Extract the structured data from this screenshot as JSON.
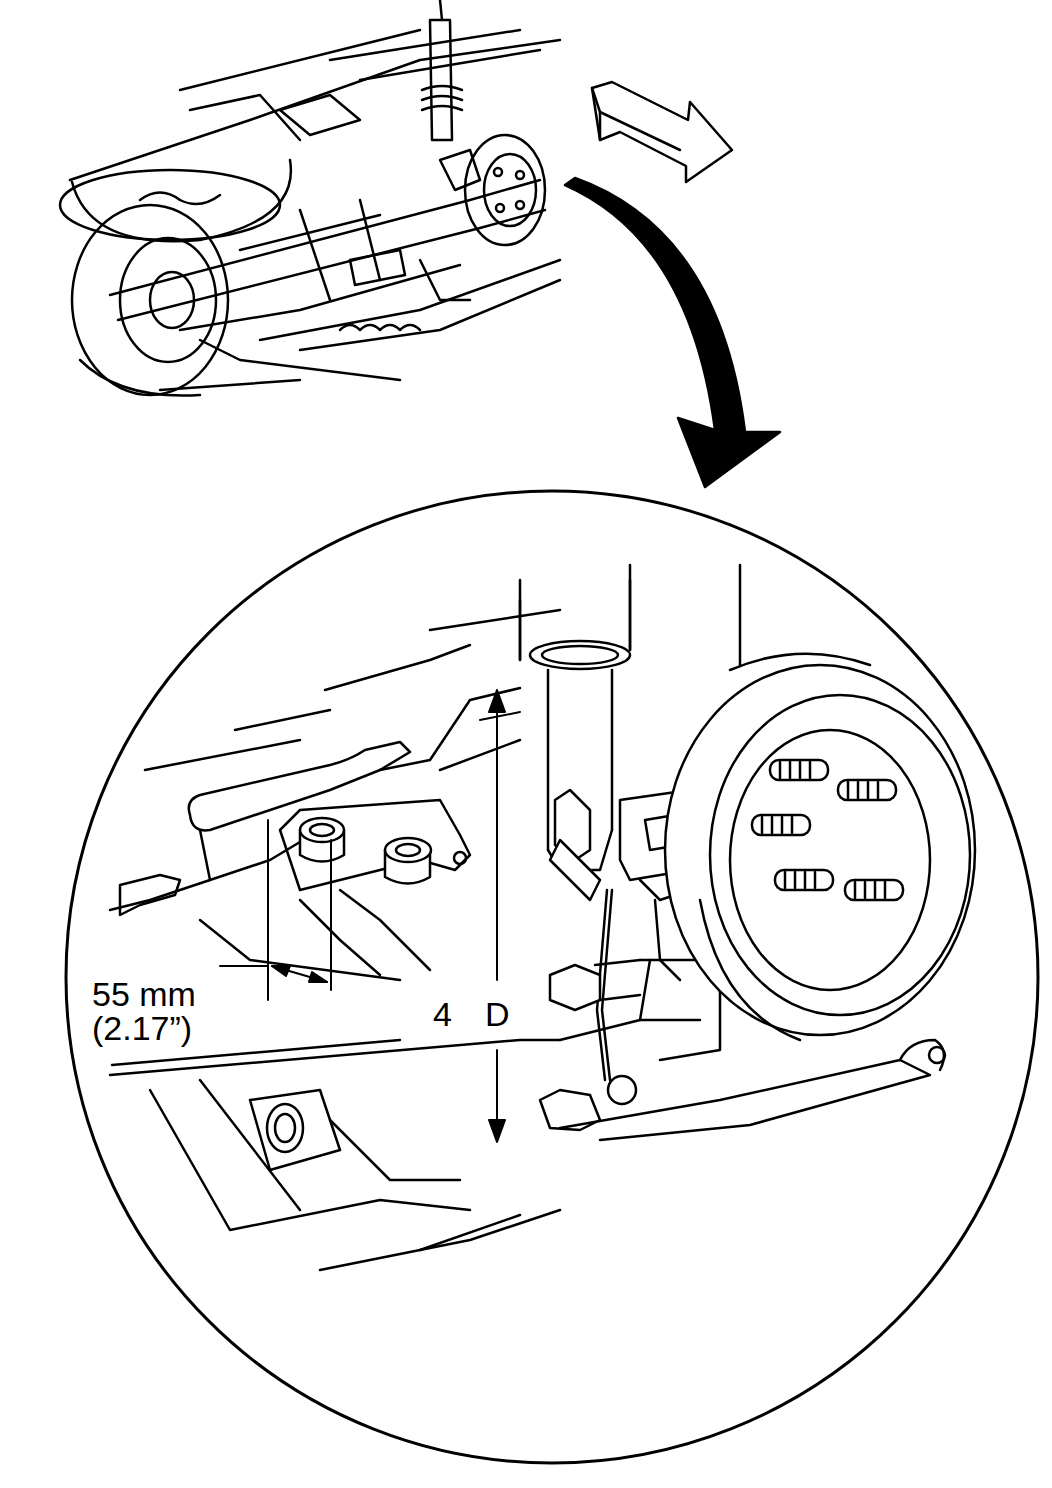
{
  "diagram": {
    "labels": [
      "55 mm (2.17”)",
      "4",
      "D"
    ]
  }
}
